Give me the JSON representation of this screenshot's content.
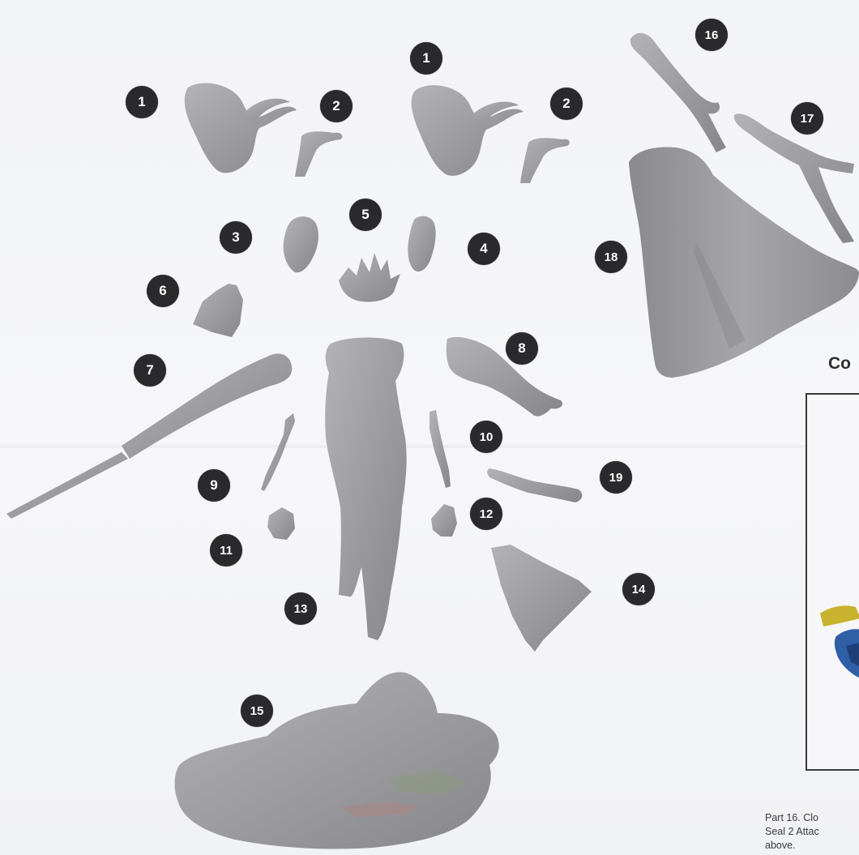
{
  "badges": {
    "b1a": "1",
    "b2a": "2",
    "b1b": "1",
    "b2b": "2",
    "b3": "3",
    "b4": "4",
    "b5": "5",
    "b6": "6",
    "b7": "7",
    "b8": "8",
    "b9": "9",
    "b10": "10",
    "b11": "11",
    "b12": "12",
    "b13": "13",
    "b14": "14",
    "b15": "15",
    "b16": "16",
    "b17": "17",
    "b18": "18",
    "b19": "19"
  },
  "section_heading": "Co",
  "caption": {
    "line1": "Part 16. Clo",
    "line2": "Seal 2 Attac",
    "line3": "above."
  },
  "colors": {
    "resin": "#9d9d9f",
    "resin_shadow": "#7f7f82",
    "badge": "#2a2a2d",
    "accent_yellow": "#c9b22e",
    "accent_blue": "#2f5fa6"
  },
  "icons": {
    "parts": "resin-model-parts",
    "photo": "painted-figure-photo"
  }
}
